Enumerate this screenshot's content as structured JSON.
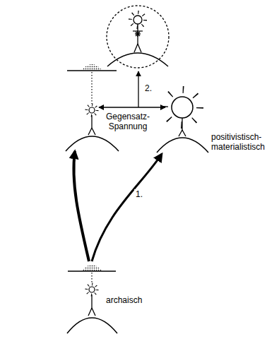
{
  "diagram": {
    "labels": [
      "Gegensatz- Spannung",
      "2.",
      "positivistisch- materialistisch",
      "1.",
      "archaisch"
    ]
  }
}
